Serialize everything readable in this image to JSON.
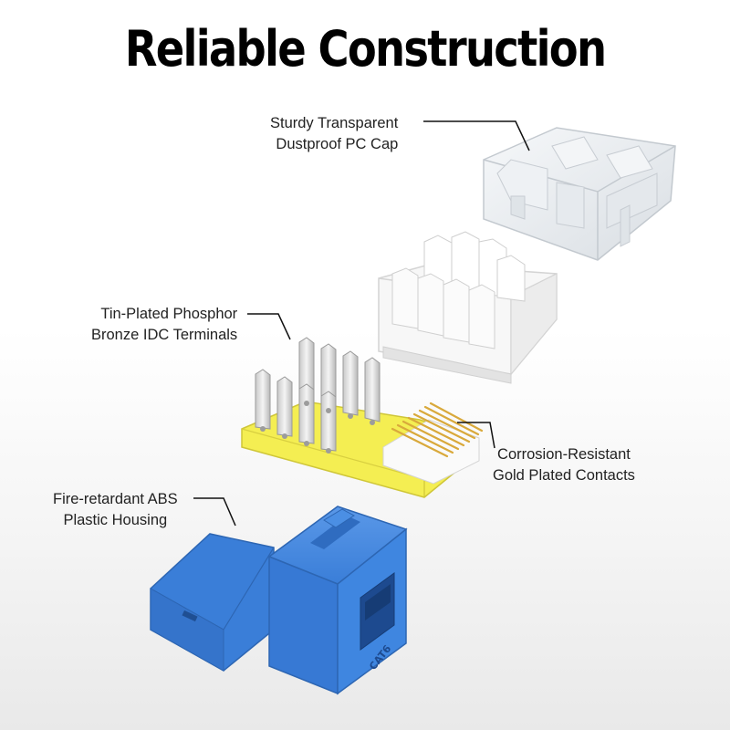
{
  "title": "Reliable Construction",
  "callouts": {
    "cap": {
      "line1": "Sturdy Transparent",
      "line2": "Dustproof PC Cap"
    },
    "idc": {
      "line1": "Tin-Plated Phosphor",
      "line2": "Bronze IDC Terminals"
    },
    "contacts": {
      "line1": "Corrosion-Resistant",
      "line2": "Gold Plated Contacts"
    },
    "housing": {
      "line1": "Fire-retardant ABS",
      "line2": "Plastic Housing"
    }
  },
  "colors": {
    "housing_blue": "#3a7ed8",
    "pcb_yellow": "#f4ee52",
    "gold": "#d9a93b",
    "white_block": "#f7f7f7",
    "cap_clear": "#e8ecef"
  },
  "housing_label": "CAT6"
}
